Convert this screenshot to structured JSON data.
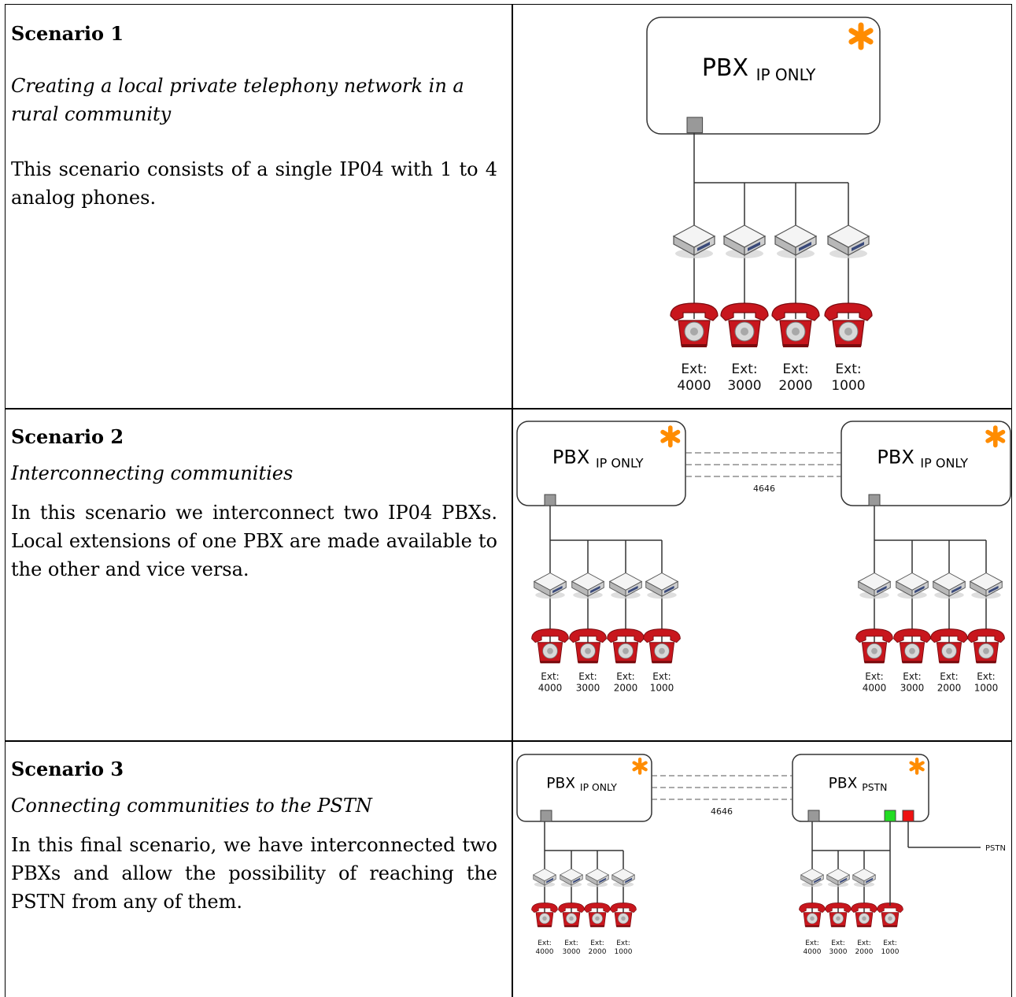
{
  "scenarios": [
    {
      "title": "Scenario 1",
      "subtitle": "Creating a local private telephony network in a rural community",
      "body": "This scenario consists of a single IP04 with 1 to 4 analog phones."
    },
    {
      "title": "Scenario 2",
      "subtitle": "Interconnecting communities",
      "body": "In this scenario we interconnect two IP04 PBXs. Local extensions of one PBX are made available to the other and vice versa."
    },
    {
      "title": "Scenario 3",
      "subtitle": "Connecting communities to the PSTN",
      "body": "In this final scenario, we have interconnected two PBXs and allow the possibility of reaching the PSTN from any of them."
    }
  ],
  "diagram": {
    "pbx_word": "PBX",
    "ip_only": "IP ONLY",
    "pstn_sub": "PSTN",
    "trunk_port": "4646",
    "pstn_line": "PSTN",
    "ext_label": "Ext:",
    "extensions": [
      "4000",
      "3000",
      "2000",
      "1000"
    ],
    "colors": {
      "asterisk": "#ff8c00",
      "phone": "#c8161d",
      "fxo_green": "#22dd22",
      "fxo_red": "#ee1111"
    }
  }
}
